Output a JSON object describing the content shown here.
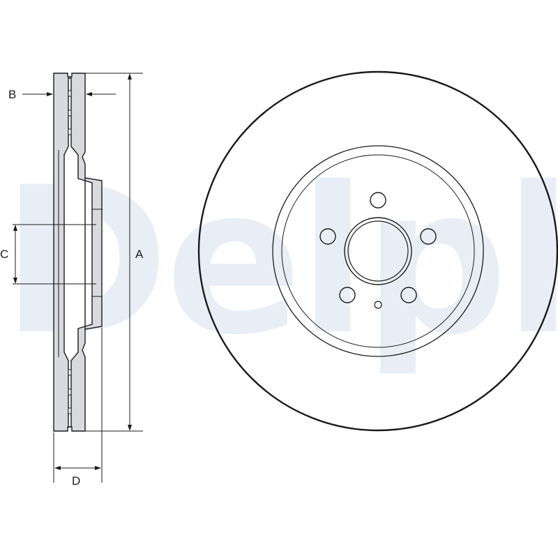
{
  "watermark": {
    "text": "Delphi",
    "color": "#e9eef6"
  },
  "dimensions": {
    "outer_diameter": "A",
    "rotor_thickness": "B",
    "centre_bore": "C",
    "overall_height": "D"
  },
  "colors": {
    "outline": "#1a1a1a",
    "section_fill": "#d9dade",
    "background": "#ffffff"
  },
  "views": {
    "front": {
      "bolt_holes": 5,
      "locating_holes": 1
    }
  }
}
